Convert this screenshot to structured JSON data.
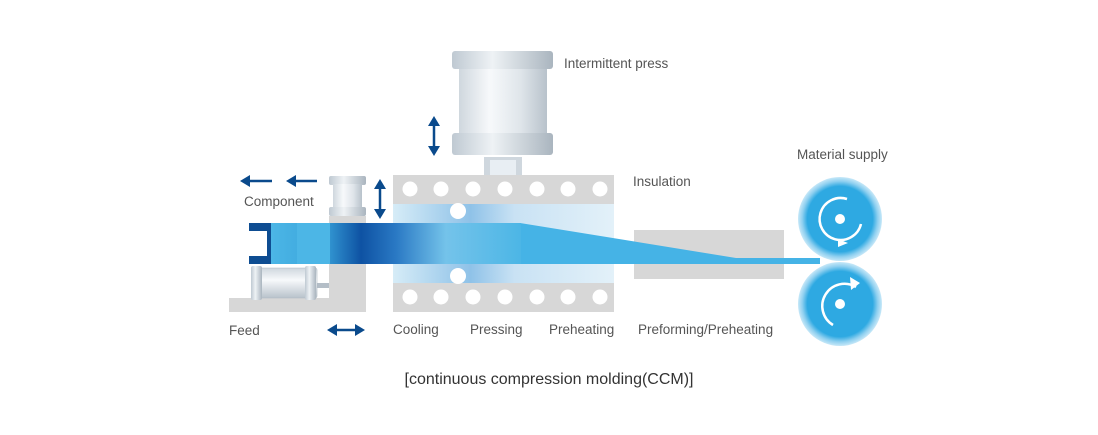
{
  "labels": {
    "intermittent_press": "Intermittent press",
    "material_supply": "Material supply",
    "insulation": "Insulation",
    "component": "Component",
    "feed": "Feed",
    "cooling": "Cooling",
    "pressing": "Pressing",
    "preheating": "Preheating",
    "preforming_preheating": "Preforming/Preheating"
  },
  "caption": "[continuous compression molding(CCM)]",
  "colors": {
    "accent_blue": "#0a4a8c",
    "material_blue": "#45b3e6",
    "roller_blue": "#2aa9e3",
    "machine_gray": "#d7d7d7"
  },
  "icons": [
    "double-arrow-vertical-icon",
    "double-arrow-horizontal-icon",
    "left-arrow-icon",
    "rotation-arrow-icon"
  ]
}
